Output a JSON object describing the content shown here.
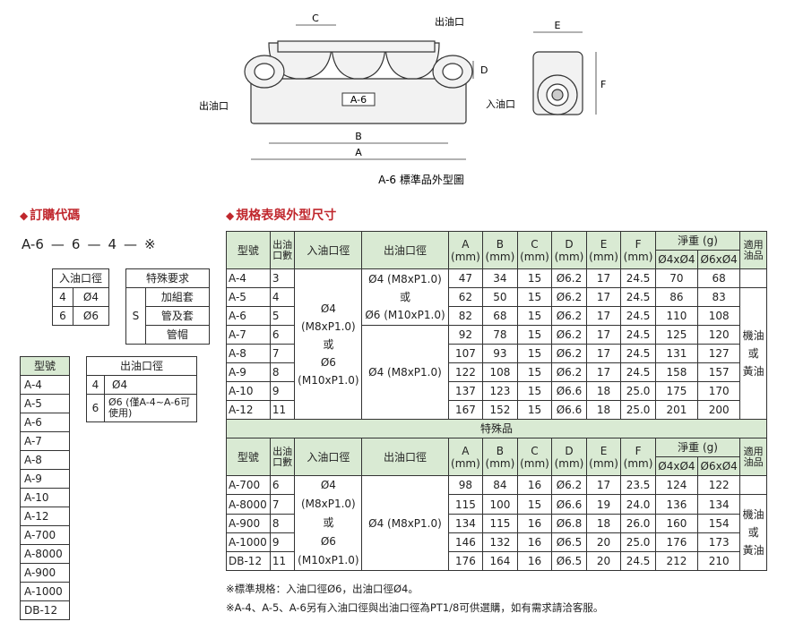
{
  "drawing": {
    "caption": "A-6 標準品外型圖",
    "part_label": "A-6",
    "outlet_label_top": "出油口",
    "outlet_label_left": "出油口",
    "inlet_label": "入油口",
    "dims": {
      "A": "A",
      "B": "B",
      "C": "C",
      "D": "D",
      "E": "E",
      "F": "F"
    }
  },
  "order_section": {
    "title": "訂購代碼",
    "code_parts": [
      "A-6",
      "6",
      "4",
      "※"
    ],
    "inlet_box": {
      "header": "入油口徑",
      "rows": [
        [
          "4",
          "Ø4"
        ],
        [
          "6",
          "Ø6"
        ]
      ]
    },
    "special_box": {
      "header": "特殊要求",
      "code": "S",
      "desc_lines": [
        "加組套",
        "管及套",
        "管帽"
      ]
    },
    "model_list": {
      "header": "型號",
      "items": [
        "A-4",
        "A-5",
        "A-6",
        "A-7",
        "A-8",
        "A-9",
        "A-10",
        "A-12",
        "A-700",
        "A-8000",
        "A-900",
        "A-1000",
        "DB-12"
      ]
    },
    "outlet_box": {
      "header": "出油口徑",
      "rows": [
        {
          "code": "4",
          "desc": "Ø4"
        },
        {
          "code": "6",
          "desc": "Ø6 (僅A-4~A-6可使用)"
        }
      ]
    }
  },
  "spec_section": {
    "title": "規格表與外型尺寸",
    "headers": {
      "model": "型號",
      "outlets": "出油口數",
      "inlet": "入油口徑",
      "outlet": "出油口徑",
      "A": "A",
      "B": "B",
      "C": "C",
      "D": "D",
      "E": "E",
      "F": "F",
      "unit": "(mm)",
      "weight": "淨重 (g)",
      "w1": "Ø4xØ4",
      "w2": "Ø6xØ4",
      "oil": "適用油品"
    },
    "standard_rows": [
      [
        "A-4",
        "3",
        "47",
        "34",
        "15",
        "Ø6.2",
        "17",
        "24.5",
        "70",
        "68"
      ],
      [
        "A-5",
        "4",
        "62",
        "50",
        "15",
        "Ø6.2",
        "17",
        "24.5",
        "86",
        "83"
      ],
      [
        "A-6",
        "5",
        "82",
        "68",
        "15",
        "Ø6.2",
        "17",
        "24.5",
        "110",
        "108"
      ],
      [
        "A-7",
        "6",
        "92",
        "78",
        "15",
        "Ø6.2",
        "17",
        "24.5",
        "125",
        "120"
      ],
      [
        "A-8",
        "7",
        "107",
        "93",
        "15",
        "Ø6.2",
        "17",
        "24.5",
        "131",
        "127"
      ],
      [
        "A-9",
        "8",
        "122",
        "108",
        "15",
        "Ø6.2",
        "17",
        "24.5",
        "158",
        "157"
      ],
      [
        "A-10",
        "9",
        "137",
        "123",
        "15",
        "Ø6.6",
        "18",
        "25.0",
        "175",
        "170"
      ],
      [
        "A-12",
        "11",
        "167",
        "152",
        "15",
        "Ø6.6",
        "18",
        "25.0",
        "201",
        "200"
      ]
    ],
    "standard_inlet_lines": [
      "Ø4",
      "(M8xP1.0)",
      "或",
      "Ø6",
      "(M10xP1.0)"
    ],
    "standard_outlet_a_lines": [
      "Ø4 (M8xP1.0)",
      "或",
      "Ø6 (M10xP1.0)"
    ],
    "standard_outlet_b": "Ø4 (M8xP1.0)",
    "oil_lines": [
      "機油",
      "或",
      "黃油"
    ],
    "special_label": "特殊品",
    "special_rows": [
      [
        "A-700",
        "6",
        "98",
        "84",
        "16",
        "Ø6.2",
        "17",
        "23.5",
        "124",
        "122"
      ],
      [
        "A-8000",
        "7",
        "115",
        "100",
        "15",
        "Ø6.6",
        "19",
        "24.0",
        "136",
        "134"
      ],
      [
        "A-900",
        "8",
        "134",
        "115",
        "16",
        "Ø6.8",
        "18",
        "26.0",
        "160",
        "154"
      ],
      [
        "A-1000",
        "9",
        "146",
        "132",
        "16",
        "Ø6.5",
        "20",
        "25.0",
        "176",
        "173"
      ],
      [
        "DB-12",
        "11",
        "176",
        "164",
        "16",
        "Ø6.5",
        "20",
        "24.5",
        "212",
        "210"
      ]
    ],
    "special_inlet_lines": [
      "Ø4",
      "(M8xP1.0)",
      "或",
      "Ø6",
      "(M10xP1.0)"
    ],
    "special_outlet": "Ø4 (M8xP1.0)"
  },
  "notes": [
    "※標準規格：入油口徑Ø6，出油口徑Ø4。",
    "※A-4、A-5、A-6另有入油口徑與出油口徑為PT1/8可供選購，如有需求請洽客服。"
  ],
  "colors": {
    "accent": "#c0272d",
    "header_fill": "#d9ead3",
    "part_fill": "#f2f2f2"
  }
}
